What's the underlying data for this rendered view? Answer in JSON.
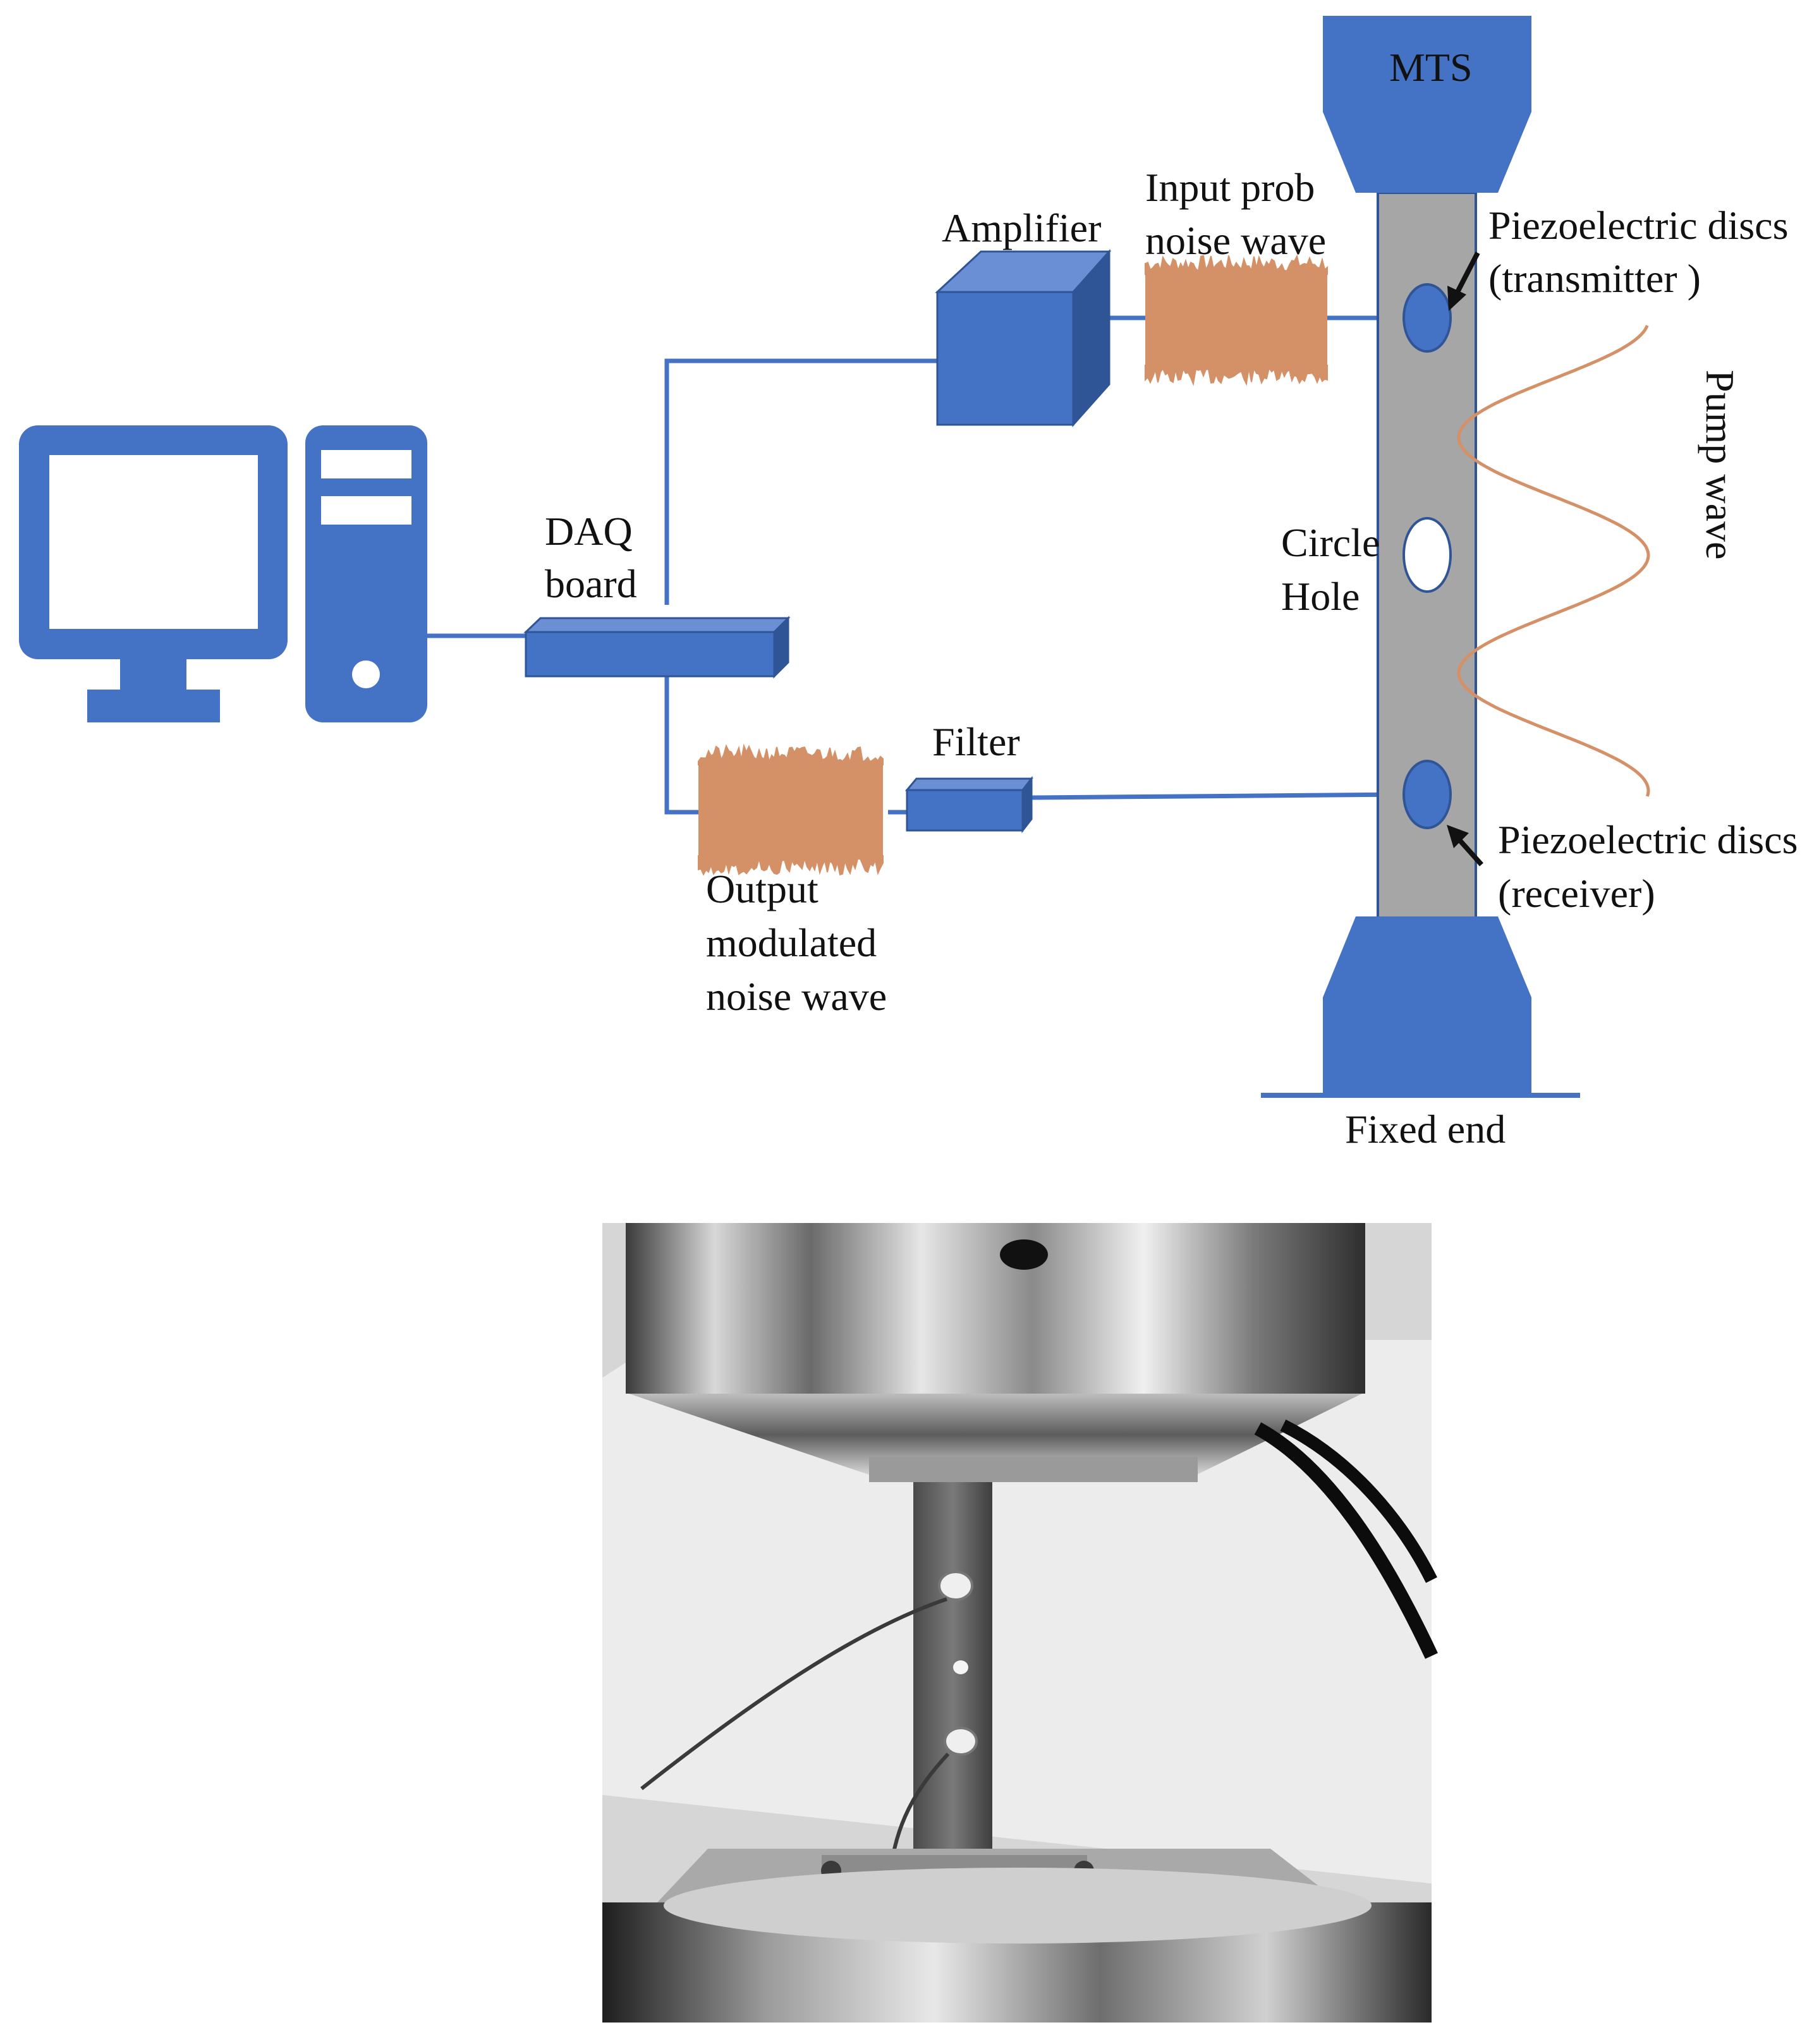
{
  "labels": {
    "mts": "MTS",
    "amplifier": "Amplifier",
    "input_wave_line1": "Input prob",
    "input_wave_line2": "noise wave",
    "transmitter_line1": "Piezoelectric discs",
    "transmitter_line2": "(transmitter )",
    "pump_wave": "Pump wave",
    "daq_line1": "DAQ",
    "daq_line2": "board",
    "hole_line1": "Circle",
    "hole_line2": "Hole",
    "filter": "Filter",
    "receiver_line1": "Piezoelectric discs",
    "receiver_line2": "(receiver)",
    "output_line1": "Output",
    "output_line2": "modulated",
    "output_line3": "noise wave",
    "fixed_end": "Fixed end"
  },
  "colors": {
    "device_blue": "#4472C4",
    "device_dark": "#2F5597",
    "device_light": "#6A8FD4",
    "wire": "#4472C4",
    "noise": "#D49066",
    "pump_wave": "#D49066",
    "specimen": "#A6A6A6",
    "text": "#111111"
  },
  "icons": {
    "computer": "desktop-computer-icon",
    "tower": "pc-tower-icon"
  },
  "photo": {
    "description_icon": "mts-test-rig-photo"
  }
}
